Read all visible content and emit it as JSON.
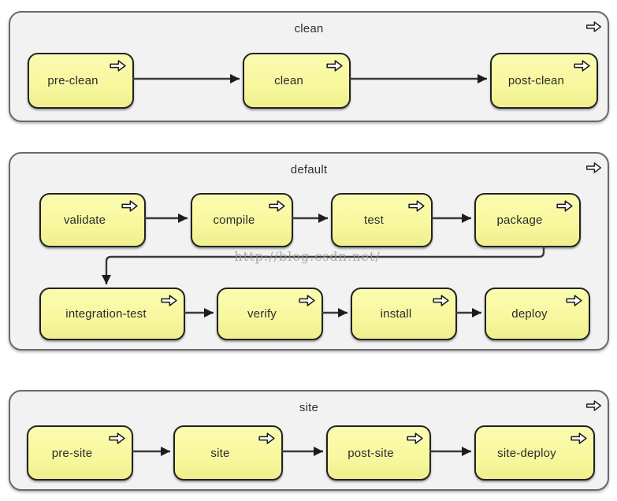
{
  "watermark": {
    "text": "http://blog.csdn.net/"
  },
  "panels": [
    {
      "title": "clean",
      "boxes": [
        {
          "label": "pre-clean"
        },
        {
          "label": "clean"
        },
        {
          "label": "post-clean"
        }
      ]
    },
    {
      "title": "default",
      "boxes": [
        {
          "label": "validate"
        },
        {
          "label": "compile"
        },
        {
          "label": "test"
        },
        {
          "label": "package"
        },
        {
          "label": "integration-test"
        },
        {
          "label": "verify"
        },
        {
          "label": "install"
        },
        {
          "label": "deploy"
        }
      ]
    },
    {
      "title": "site",
      "boxes": [
        {
          "label": "pre-site"
        },
        {
          "label": "site"
        },
        {
          "label": "post-site"
        },
        {
          "label": "site-deploy"
        }
      ]
    }
  ],
  "edges": [
    {
      "from": "pre-clean",
      "to": "clean"
    },
    {
      "from": "clean",
      "to": "post-clean"
    },
    {
      "from": "validate",
      "to": "compile"
    },
    {
      "from": "compile",
      "to": "test"
    },
    {
      "from": "test",
      "to": "package"
    },
    {
      "from": "package",
      "to": "integration-test"
    },
    {
      "from": "integration-test",
      "to": "verify"
    },
    {
      "from": "verify",
      "to": "install"
    },
    {
      "from": "install",
      "to": "deploy"
    },
    {
      "from": "pre-site",
      "to": "site"
    },
    {
      "from": "site",
      "to": "post-site"
    },
    {
      "from": "post-site",
      "to": "site-deploy"
    }
  ],
  "icons": {
    "panel_arrow": "right-arrow",
    "node_arrow": "right-arrow"
  },
  "colors": {
    "node_fill": "#f8f8a0",
    "node_border": "#222222",
    "panel_fill": "#f2f2f2",
    "panel_border": "#6a6a6a",
    "connector": "#3a3a3a",
    "watermark": "#9a9a9a"
  }
}
